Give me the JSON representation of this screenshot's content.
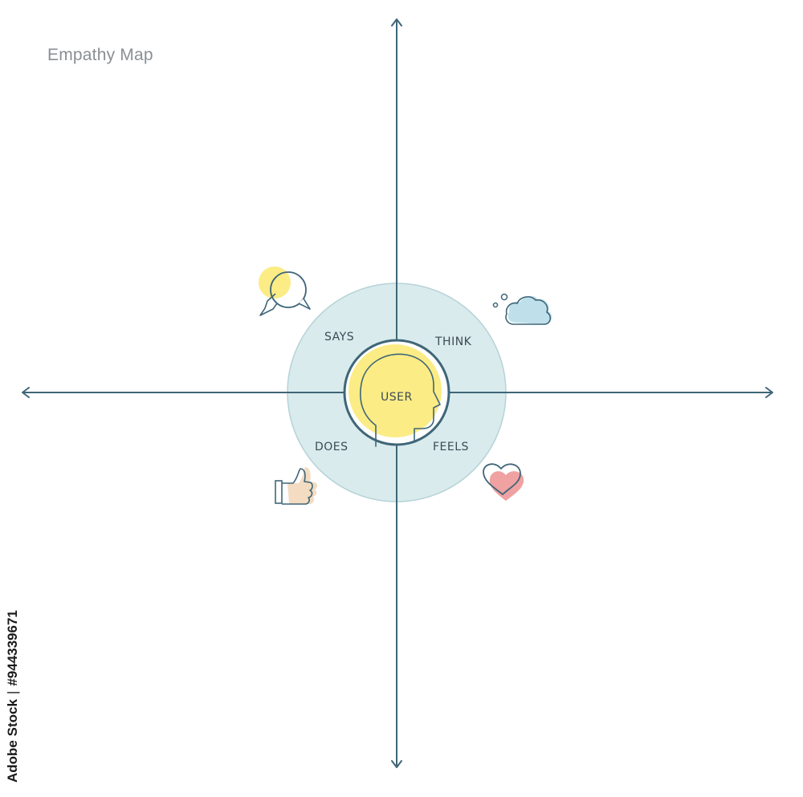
{
  "title": "Empathy Map",
  "center_label": "USER",
  "quadrants": {
    "top_left": "SAYS",
    "top_right": "THINK",
    "bottom_left": "DOES",
    "bottom_right": "FEELS"
  },
  "icons": {
    "top_left": "speech-bubbles-icon",
    "top_right": "thought-cloud-icon",
    "bottom_left": "thumbs-up-icon",
    "bottom_right": "heart-icon",
    "center": "head-profile-icon"
  },
  "stock": {
    "brand": "Adobe Stock",
    "id": "#944339671"
  },
  "colors": {
    "axis": "#3f6678",
    "inner_disc": "#fbec85",
    "outer_ring": "#d9ebec",
    "heart": "#f0a1a1",
    "thumb": "#f3dcc2",
    "cloud": "#bfe0ea"
  }
}
